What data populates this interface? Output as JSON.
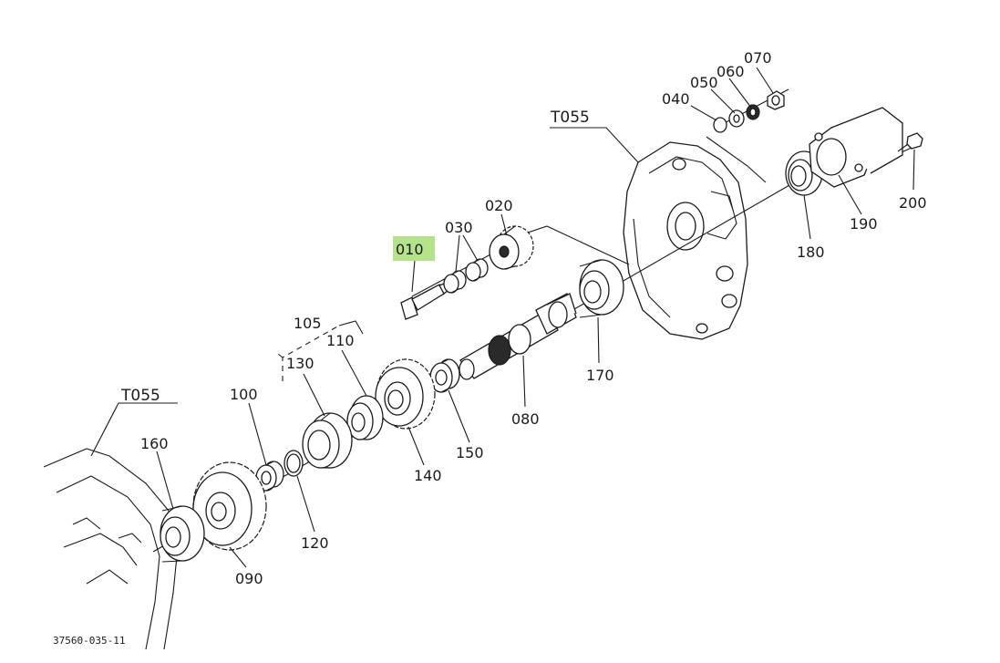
{
  "diagram": {
    "highlight_color": "#b5e38a",
    "drawing_number": "37560-035-11",
    "section_labels": {
      "top": "T055",
      "left": "T055"
    },
    "callouts": {
      "p010": "010",
      "p020": "020",
      "p030": "030",
      "p040": "040",
      "p050": "050",
      "p060": "060",
      "p070": "070",
      "p080": "080",
      "p090": "090",
      "p100": "100",
      "p105": "105",
      "p110": "110",
      "p120": "120",
      "p130": "130",
      "p140": "140",
      "p150": "150",
      "p160": "160",
      "p170": "170",
      "p180": "180",
      "p190": "190",
      "p200": "200"
    },
    "highlighted_part": "010"
  }
}
